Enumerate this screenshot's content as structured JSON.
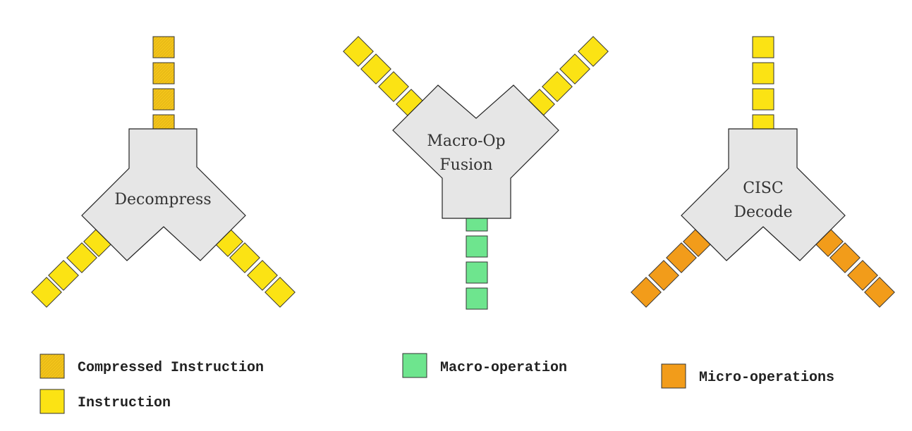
{
  "colors": {
    "compressed": "#f0c419",
    "instruction": "#fbe314",
    "macro": "#6ee58e",
    "micro": "#f29c1a"
  },
  "units": {
    "decompress": {
      "label": "Decompress"
    },
    "fusion": {
      "line1": "Macro-Op",
      "line2": "Fusion"
    },
    "cisc": {
      "line1": "CISC",
      "line2": "Decode"
    }
  },
  "legend": {
    "compressed": "Compressed Instruction",
    "instruction": "Instruction",
    "macro": "Macro-operation",
    "micro": "Micro-operations"
  }
}
